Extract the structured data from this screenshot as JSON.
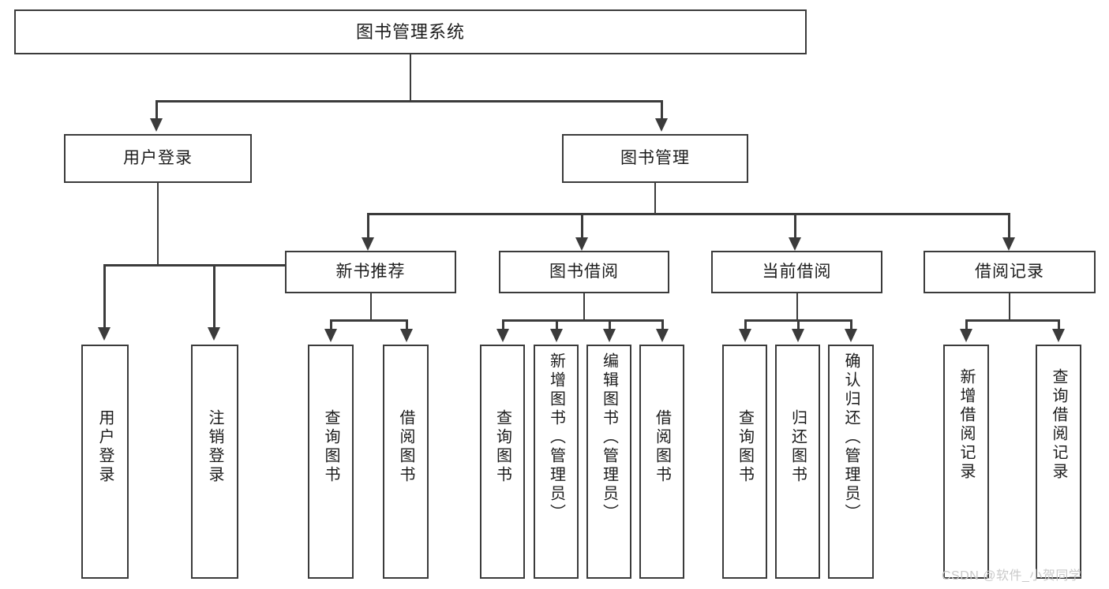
{
  "diagram": {
    "title": "图书管理系统",
    "type": "tree-hierarchy-diagram",
    "colors": {
      "stroke": "#3b3b3b",
      "fill": "#ffffff",
      "text": "#1c1c1c",
      "watermark": "#c9c9c9"
    }
  },
  "nodes": {
    "root": {
      "label": "图书管理系统"
    },
    "level2": [
      {
        "id": "user-login",
        "label": "用户登录"
      },
      {
        "id": "book-management",
        "label": "图书管理"
      }
    ],
    "level3": [
      {
        "id": "new-book-recommend",
        "label": "新书推荐"
      },
      {
        "id": "book-borrow",
        "label": "图书借阅"
      },
      {
        "id": "current-borrow",
        "label": "当前借阅"
      },
      {
        "id": "borrow-record",
        "label": "借阅记录"
      }
    ],
    "leaves": {
      "user-login": [
        {
          "id": "leaf-user-login",
          "label": "用户登录"
        },
        {
          "id": "leaf-logout",
          "label": "注销登录"
        }
      ],
      "new-book-recommend": [
        {
          "id": "leaf-query-book-1",
          "label": "查询图书"
        },
        {
          "id": "leaf-borrow-book-1",
          "label": "借阅图书"
        }
      ],
      "book-borrow": [
        {
          "id": "leaf-query-book-2",
          "label": "查询图书"
        },
        {
          "id": "leaf-add-book",
          "label": "新增图书（管理员）"
        },
        {
          "id": "leaf-edit-book",
          "label": "编辑图书（管理员）"
        },
        {
          "id": "leaf-borrow-book-2",
          "label": "借阅图书"
        }
      ],
      "current-borrow": [
        {
          "id": "leaf-query-book-3",
          "label": "查询图书"
        },
        {
          "id": "leaf-return-book",
          "label": "归还图书"
        },
        {
          "id": "leaf-confirm-return",
          "label": "确认归还（管理员）"
        }
      ],
      "borrow-record": [
        {
          "id": "leaf-add-record",
          "label": "新增借阅记录"
        },
        {
          "id": "leaf-query-record",
          "label": "查询借阅记录"
        }
      ]
    }
  },
  "watermark": {
    "text": "CSDN @软件_小贺同学"
  }
}
